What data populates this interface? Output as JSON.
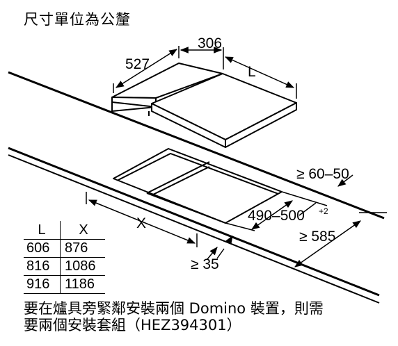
{
  "title": "尺寸單位為公釐",
  "dimensions": {
    "depth": "527",
    "width": "306",
    "length": "L",
    "cutout_width": "X",
    "edge_distance": "≥ 60–50",
    "cutout_depth": "490–500",
    "cutout_depth_tolerance": "+2",
    "depth_to_wall": "≥ 585",
    "cutout_gap": "≥ 35"
  },
  "table": {
    "headers": [
      "L",
      "X"
    ],
    "rows": [
      [
        "606",
        "876"
      ],
      [
        "816",
        "1086"
      ],
      [
        "916",
        "1186"
      ]
    ]
  },
  "note": {
    "line1": "要在爐具旁緊鄰安裝兩個 Domino 裝置，則需",
    "line2": "要兩個安裝套組（HEZ394301）"
  }
}
